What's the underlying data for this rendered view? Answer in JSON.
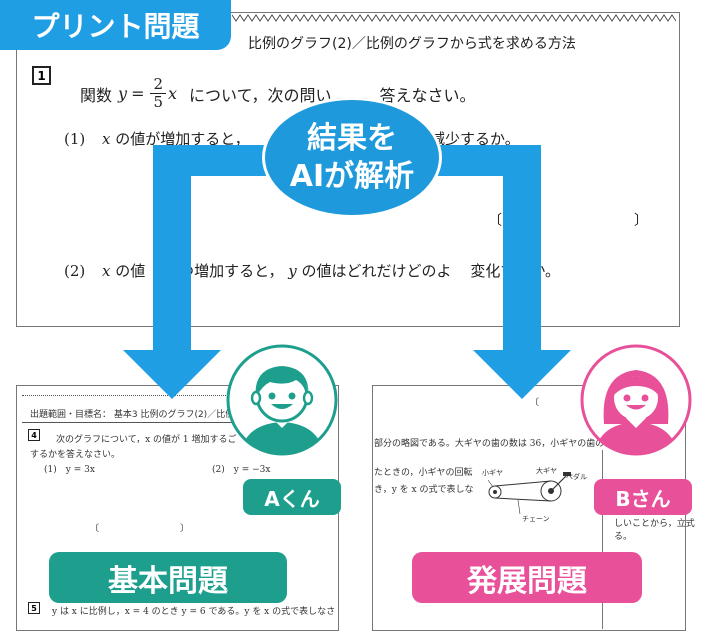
{
  "banner": {
    "label": "プリント問題"
  },
  "main_sheet": {
    "header_title": "比例のグラフ(2)／比例のグラフから式を求める方法",
    "question_number": "1",
    "q_prefix": "関数",
    "q_var": "y",
    "q_eq": "=",
    "q_num": "2",
    "q_den": "5",
    "q_x": "x",
    "q_suffix": "について，次の問い",
    "q_tail": "答えなさい。",
    "sub1_num": "(1)",
    "sub1_a": "x",
    "sub1_b": "の値が増加すると，",
    "sub1_c": "減少するか。",
    "bracket_left": "〔",
    "bracket_right": "〕",
    "sub2_num": "(2)",
    "sub2_a": "x",
    "sub2_b": "の値",
    "sub2_c": "ずつ増加すると，",
    "sub2_d": "y",
    "sub2_e": "の値はどれだけどのよ",
    "sub2_f": "変化するか。"
  },
  "ai_bubble": {
    "line1": "結果を",
    "line2": "AIが解析"
  },
  "left_sheet": {
    "header": "出題範囲・目標名： 基本3 比例のグラフ(2)／比例",
    "q_number": "4",
    "q_text1": "次のグラフについて，x の値が 1 増加するご",
    "q_text2": "するかを答えなさい。",
    "sub1": "(1)　y = 3x",
    "sub2": "(2)　y = −3x",
    "bracket_l": "〔",
    "bracket_r": "〕",
    "q5_number": "5",
    "q5_text": "y は x に比例し，x = 4 のとき y = 6 である。y を x の式で表しなさ"
  },
  "right_sheet": {
    "bracket": "〔",
    "line1": "部分の略図である。大ギヤの歯の数は 36，小ギヤの歯の",
    "line2": "たときの，小ギヤの回転",
    "line3": "き，y を x の式で表しな",
    "line4": "しいことから，立式",
    "line5": "る。",
    "small_gear": "小ギヤ",
    "big_gear": "大ギヤ",
    "pedal": "ペダル",
    "chain": "チェーン"
  },
  "student_a": {
    "label": "Aくん"
  },
  "student_b": {
    "label": "Bさん"
  },
  "basic_label": "基本問題",
  "advanced_label": "発展問題",
  "colors": {
    "blue": "#1f9ee4",
    "teal": "#1e9f8e",
    "pink": "#e8509a",
    "bubble": "#1d99dc"
  }
}
